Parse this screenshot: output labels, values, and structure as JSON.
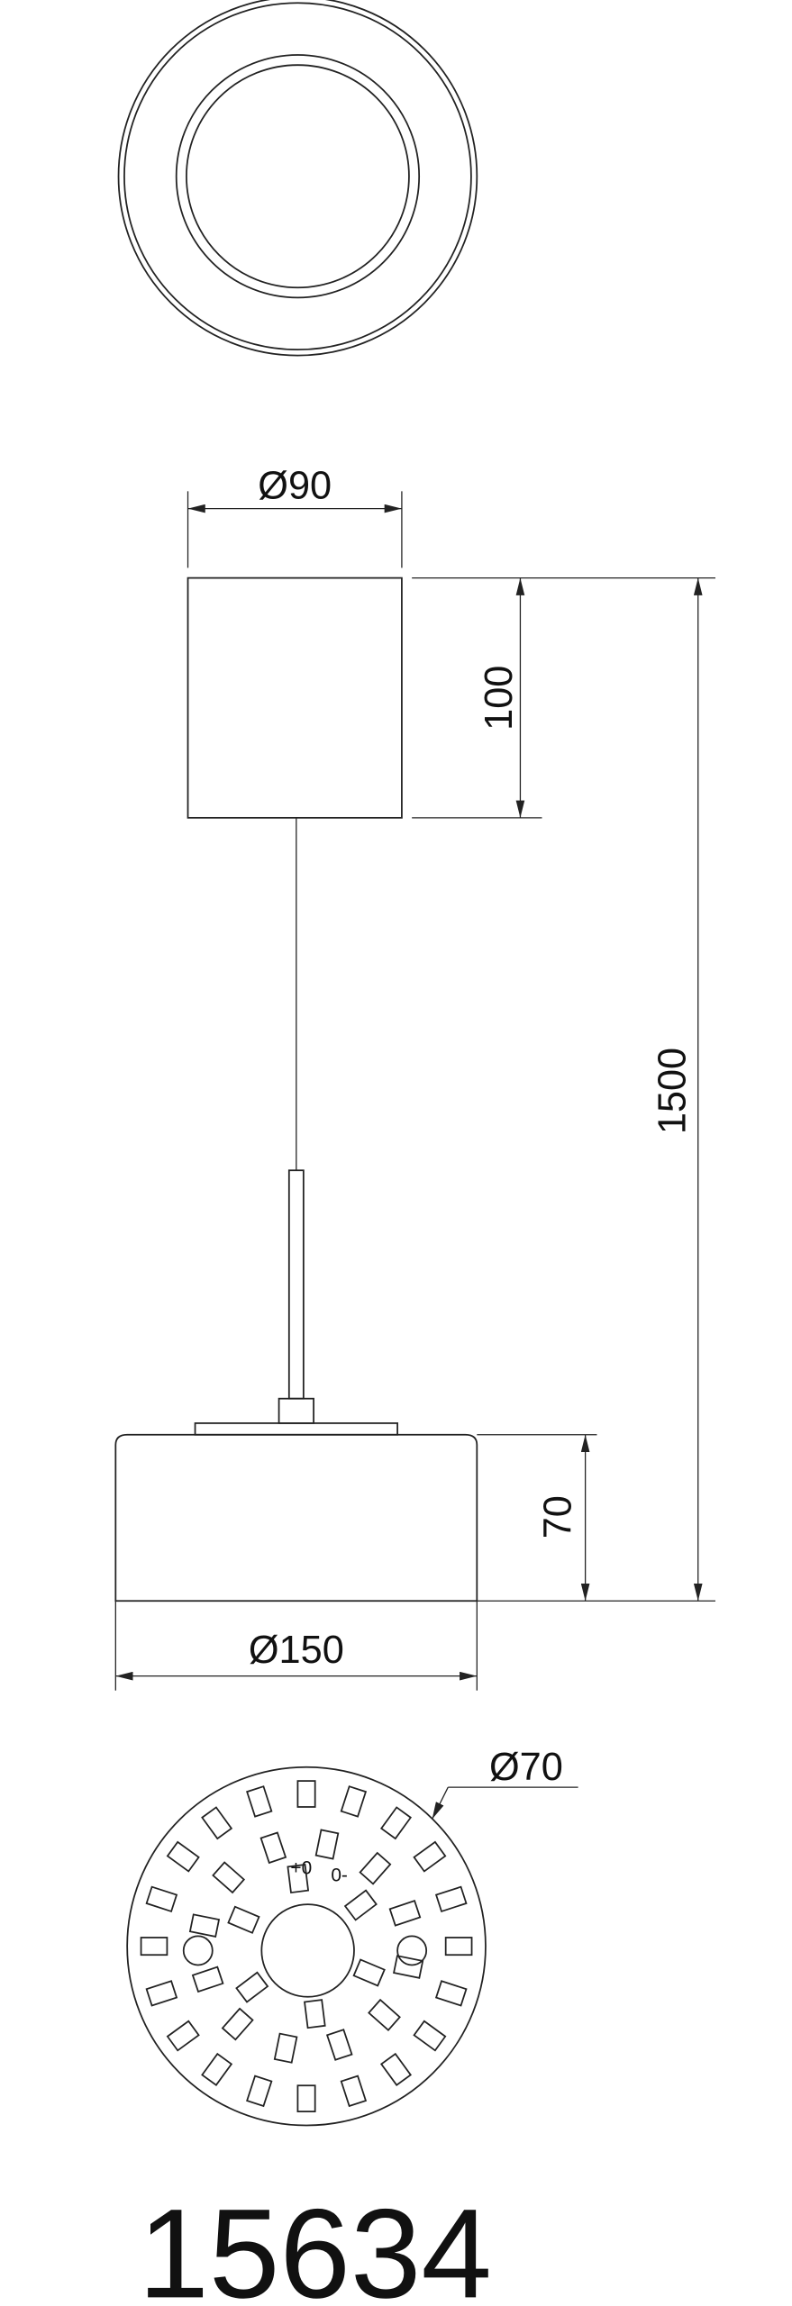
{
  "dimensions": {
    "canopy_diameter": "Ø90",
    "canopy_height": "100",
    "total_height": "1500",
    "shade_height": "70",
    "shade_diameter": "Ø150",
    "led_plate_diameter": "Ø70"
  },
  "led_plate": {
    "polarity_plus": "+0",
    "polarity_minus": "0-",
    "rings": [
      {
        "count": 20,
        "radius_fraction": 0.85
      },
      {
        "count": 12,
        "radius_fraction": 0.58
      },
      {
        "count": 6,
        "radius_fraction": 0.38
      }
    ]
  },
  "product_code": "15634",
  "colors": {
    "line": "#222222",
    "background": "#ffffff"
  }
}
